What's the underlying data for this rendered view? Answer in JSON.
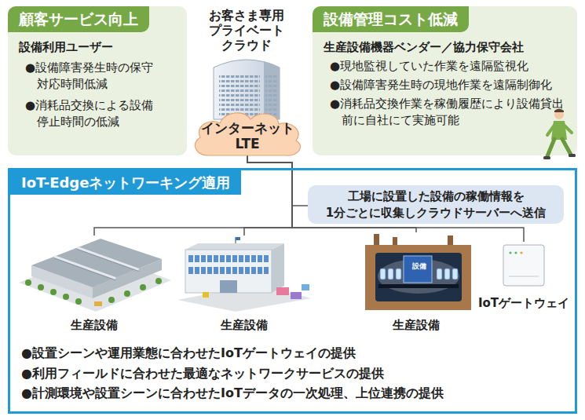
{
  "diagram": {
    "nodes": [
      {
        "text": [
          "顧客サービス向上",
          "設備利用ユーザー",
          "●設備障害発生時の保守対応時間低減",
          "●消耗品交換による設備停止時間の低減"
        ]
      },
      {
        "text": [
          "設備管理コスト低減",
          "生産設備機器ベンダー／協力保守会社",
          "●現地監視していた作業を遠隔監視化",
          "●設備障害発生時の現地作業を遠隔制御化",
          "●消耗品交換作業を稼働履歴により設備貸出前に自社にて実施可能"
        ]
      },
      {
        "text": [
          "インターネット LTE"
        ]
      },
      {
        "text": [
          "IoT-Edgeネットワーキング適用",
          "●設置シーンや運用業態に合わせたIoTゲートウェイの提供",
          "●利用フィールドに合わせた最適なネットワークサービスの提供",
          "●計測環境や設置シーンに合わせたIoTデータの一次処理、上位連携の提供"
        ]
      },
      {
        "text": [
          "工場に設置した設備の稼働情報を 1分ごとに収集しクラウドサーバーへ送信"
        ],
        "in": 3
      },
      {
        "text": [
          "生産設備"
        ],
        "in": 3
      },
      {
        "text": [
          "生産設備"
        ],
        "in": 3
      },
      {
        "text": [
          "生産設備"
        ],
        "in": 3
      },
      {
        "text": [
          "IoTゲートウェイ"
        ],
        "in": 3
      }
    ],
    "edges": [
      {
        "from": 2,
        "to": 5,
        "arrow": "none"
      },
      {
        "from": 2,
        "to": 6,
        "arrow": "none"
      },
      {
        "from": 2,
        "to": 7,
        "arrow": "none"
      },
      {
        "from": 2,
        "to": 8,
        "arrow": "none"
      }
    ],
    "labels": [
      "お客さま専用 プライベート クラウド",
      "設備"
    ]
  }
}
